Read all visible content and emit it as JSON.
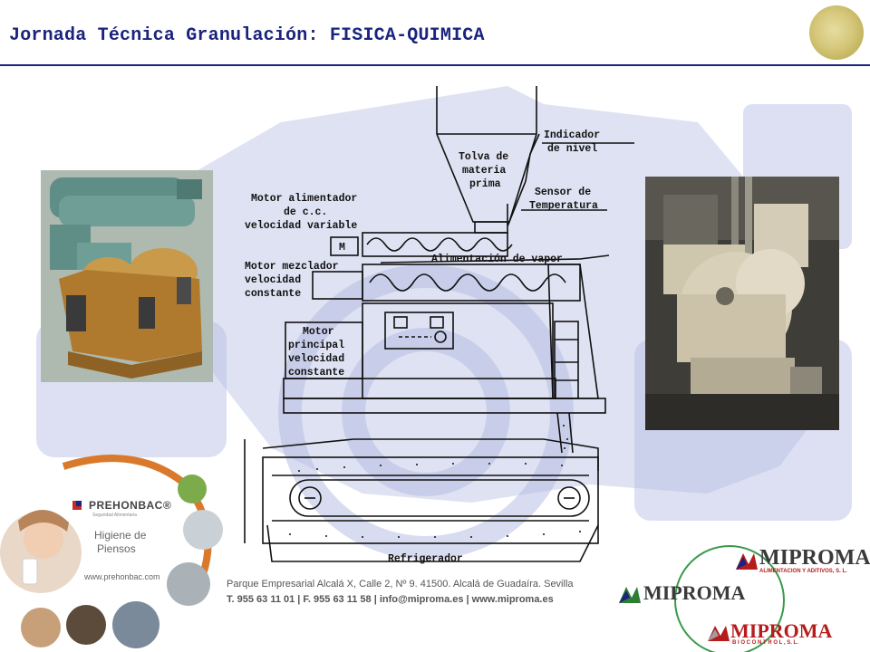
{
  "header": {
    "title": "Jornada Técnica Granulación: FISICA-QUIMICA"
  },
  "diagram": {
    "labels": {
      "level_indicator_1": "Indicador",
      "level_indicator_2": "de nivel",
      "hopper_1": "Tolva de",
      "hopper_2": "materia",
      "hopper_3": "prima",
      "temp_sensor_1": "Sensor de",
      "temp_sensor_2": "Temperatura",
      "feeder_motor_1": "Motor alimentador",
      "feeder_motor_2": "de c.c.",
      "feeder_motor_3": "velocidad variable",
      "mixer_motor_1": "Motor mezclador",
      "mixer_motor_2": "velocidad",
      "mixer_motor_3": "constante",
      "main_motor_1": "Motor",
      "main_motor_2": "principal",
      "main_motor_3": "velocidad",
      "main_motor_4": "constante",
      "steam_feed": "Alimentación de vapor",
      "cooler": "Refrigerador",
      "motor_symbol": "M"
    }
  },
  "footer": {
    "address": "Parque Empresarial Alcalá X, Calle 2, Nº 9. 41500. Alcalá de Guadaíra. Sevilla",
    "contact": "T. 955 63 11 01 | F. 955 63 11 58 | info@miproma.es | www.miproma.es"
  },
  "prehonbac": {
    "brand": "PREHONBAC®",
    "subtitle": "Seguridad Alimentaria",
    "line1": "Higiene de",
    "line2": "Piensos",
    "url": "www.prehonbac.com"
  },
  "miproma_logos": [
    {
      "name": "MIPROMA",
      "tagline": "ALIMENTACION Y ADITIVOS, S. L."
    },
    {
      "name": "MIPROMA",
      "tagline": ""
    },
    {
      "name": "MIPROMA",
      "tagline": "B I O C O N T R O L , S. L."
    }
  ],
  "colors": {
    "title": "#1a237e",
    "rule": "#1a237e",
    "watermark": "#c5cbe8",
    "miproma_red": "#b71c1c",
    "miproma_green": "#2e7d32"
  }
}
